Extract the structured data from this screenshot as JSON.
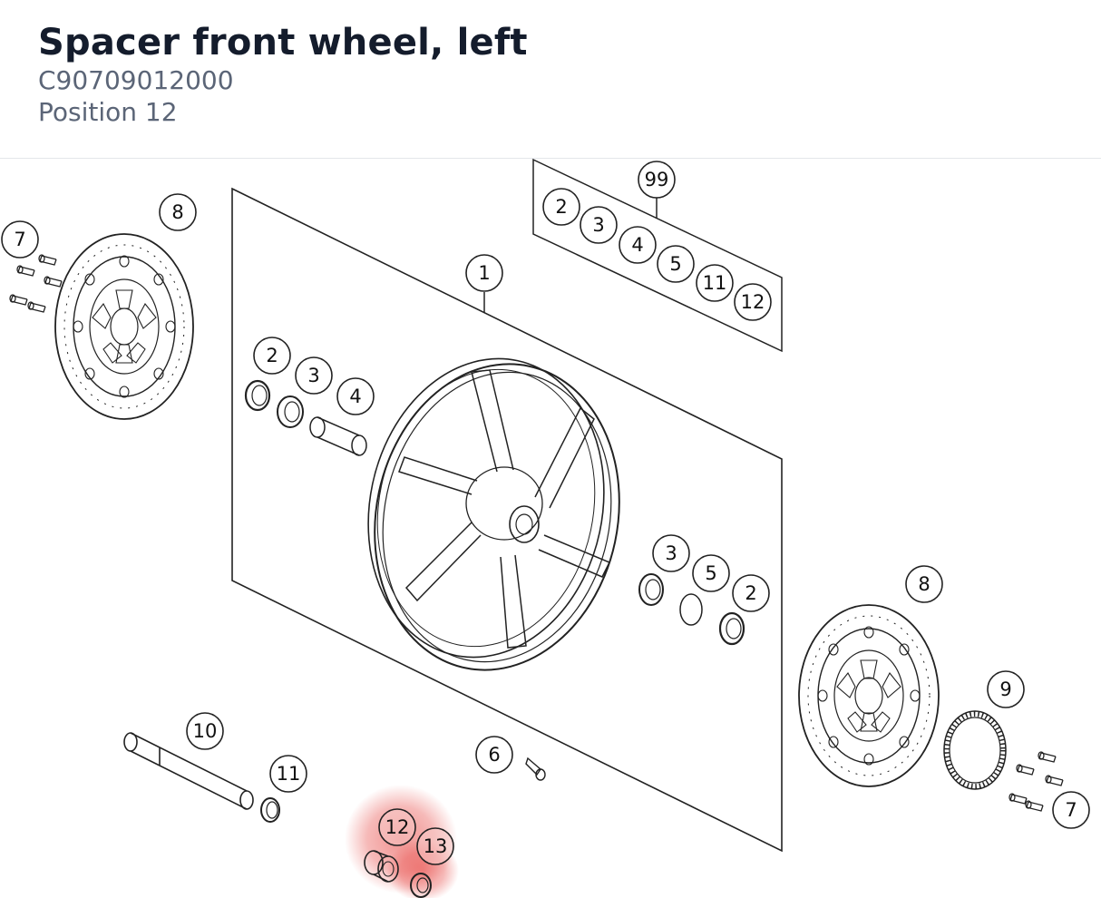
{
  "part": {
    "title": "Spacer front wheel, left",
    "number": "C90709012000",
    "position_label": "Position 12"
  },
  "diagram": {
    "highlight_color": "#e53935",
    "line_color": "#222222",
    "highlighted_callouts": [
      "12",
      "13"
    ],
    "callouts": [
      "99",
      "2",
      "3",
      "4",
      "5",
      "11",
      "12",
      "1",
      "8",
      "7",
      "2",
      "3",
      "4",
      "3",
      "5",
      "2",
      "8",
      "9",
      "7",
      "10",
      "11",
      "6",
      "12",
      "13"
    ]
  }
}
